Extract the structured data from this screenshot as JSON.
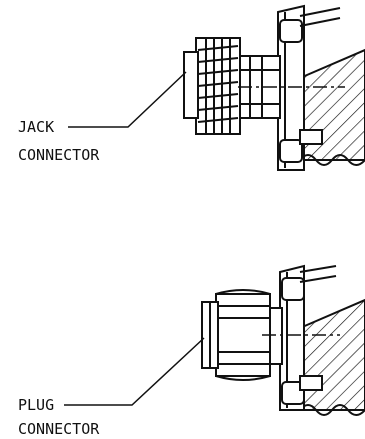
{
  "labels": {
    "jack_line1": "JACK",
    "jack_line2": "CONNECTOR",
    "plug_line1": "PLUG",
    "plug_line2": "CONNECTOR"
  },
  "colors": {
    "ink": "#111111",
    "background": "#ffffff"
  }
}
